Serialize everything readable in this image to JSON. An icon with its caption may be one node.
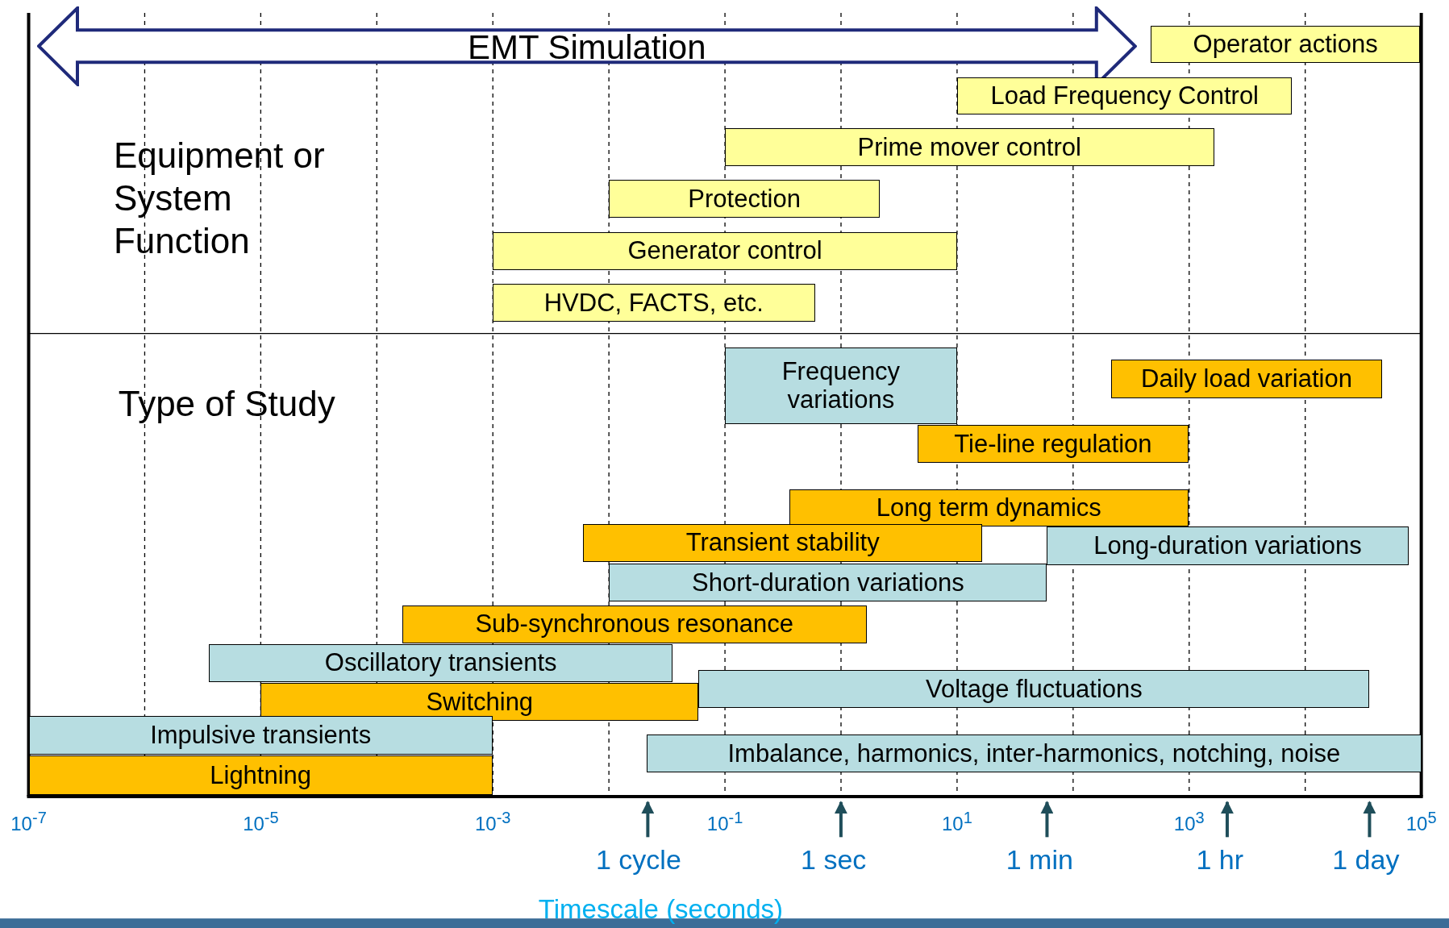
{
  "diagram": {
    "nodes": [
      {
        "text": [
          "EMT Simulation"
        ]
      },
      {
        "text": [
          "Operator actions"
        ]
      },
      {
        "text": [
          "Load Frequency Control"
        ]
      },
      {
        "text": [
          "Prime mover control"
        ]
      },
      {
        "text": [
          "Protection"
        ]
      },
      {
        "text": [
          "Generator control"
        ]
      },
      {
        "text": [
          "HVDC, FACTS, etc."
        ]
      },
      {
        "text": [
          "Frequency variations"
        ]
      },
      {
        "text": [
          "Daily load variation"
        ]
      },
      {
        "text": [
          "Tie-line regulation"
        ]
      },
      {
        "text": [
          "Long term dynamics"
        ]
      },
      {
        "text": [
          "Transient stability"
        ]
      },
      {
        "text": [
          "Long-duration variations"
        ]
      },
      {
        "text": [
          "Short-duration variations"
        ]
      },
      {
        "text": [
          "Sub-synchronous resonance"
        ]
      },
      {
        "text": [
          "Oscillatory transients"
        ]
      },
      {
        "text": [
          "Switching"
        ]
      },
      {
        "text": [
          "Voltage fluctuations"
        ]
      },
      {
        "text": [
          "Impulsive transients"
        ]
      },
      {
        "text": [
          "Lightning"
        ]
      },
      {
        "text": [
          "Imbalance, harmonics, inter-harmonics, notching, noise"
        ]
      }
    ],
    "labels": [
      "Equipment or System Function",
      "Type of Study",
      "10$^{-7}$",
      "10$^{-5}$",
      "10$^{-3}$",
      "10$^{-1}$",
      "10$^{1}$",
      "10$^{3}$",
      "10$^{5}$",
      "1 cycle",
      "1 sec",
      "1 min",
      "1 hr",
      "1 day",
      "Timescale (seconds)"
    ]
  }
}
